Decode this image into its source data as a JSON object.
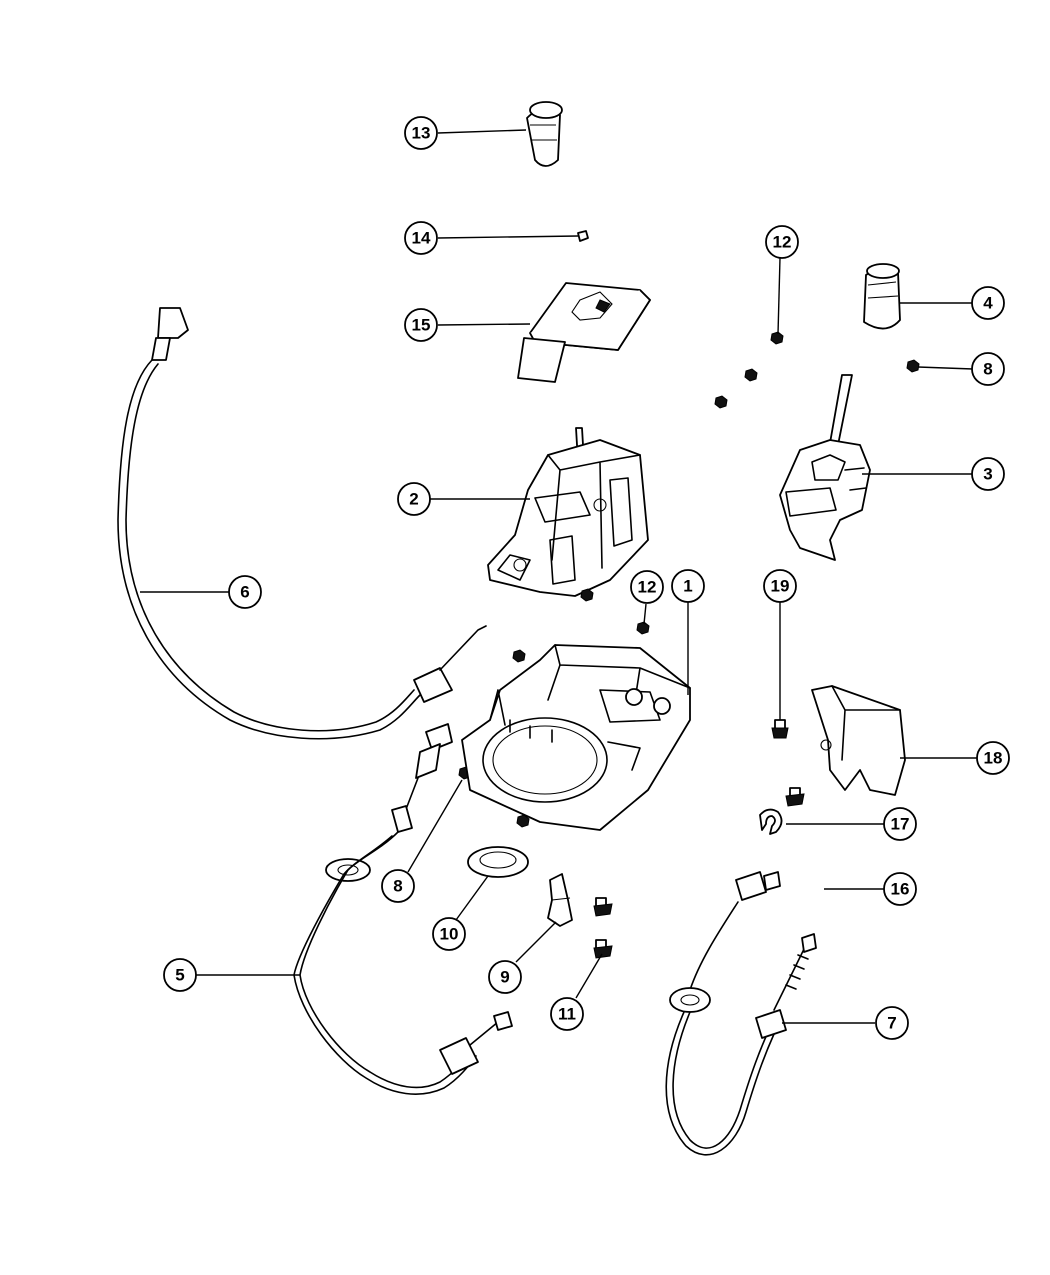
{
  "callouts": [
    {
      "id": "c1",
      "label": "1"
    },
    {
      "id": "c2",
      "label": "2"
    },
    {
      "id": "c3",
      "label": "3"
    },
    {
      "id": "c4",
      "label": "4"
    },
    {
      "id": "c5",
      "label": "5"
    },
    {
      "id": "c6",
      "label": "6"
    },
    {
      "id": "c7",
      "label": "7"
    },
    {
      "id": "c8a",
      "label": "8"
    },
    {
      "id": "c8b",
      "label": "8"
    },
    {
      "id": "c9",
      "label": "9"
    },
    {
      "id": "c10",
      "label": "10"
    },
    {
      "id": "c11",
      "label": "11"
    },
    {
      "id": "c12a",
      "label": "12"
    },
    {
      "id": "c12b",
      "label": "12"
    },
    {
      "id": "c13",
      "label": "13"
    },
    {
      "id": "c14",
      "label": "14"
    },
    {
      "id": "c15",
      "label": "15"
    },
    {
      "id": "c16",
      "label": "16"
    },
    {
      "id": "c17",
      "label": "17"
    },
    {
      "id": "c18",
      "label": "18"
    },
    {
      "id": "c19",
      "label": "19"
    }
  ]
}
